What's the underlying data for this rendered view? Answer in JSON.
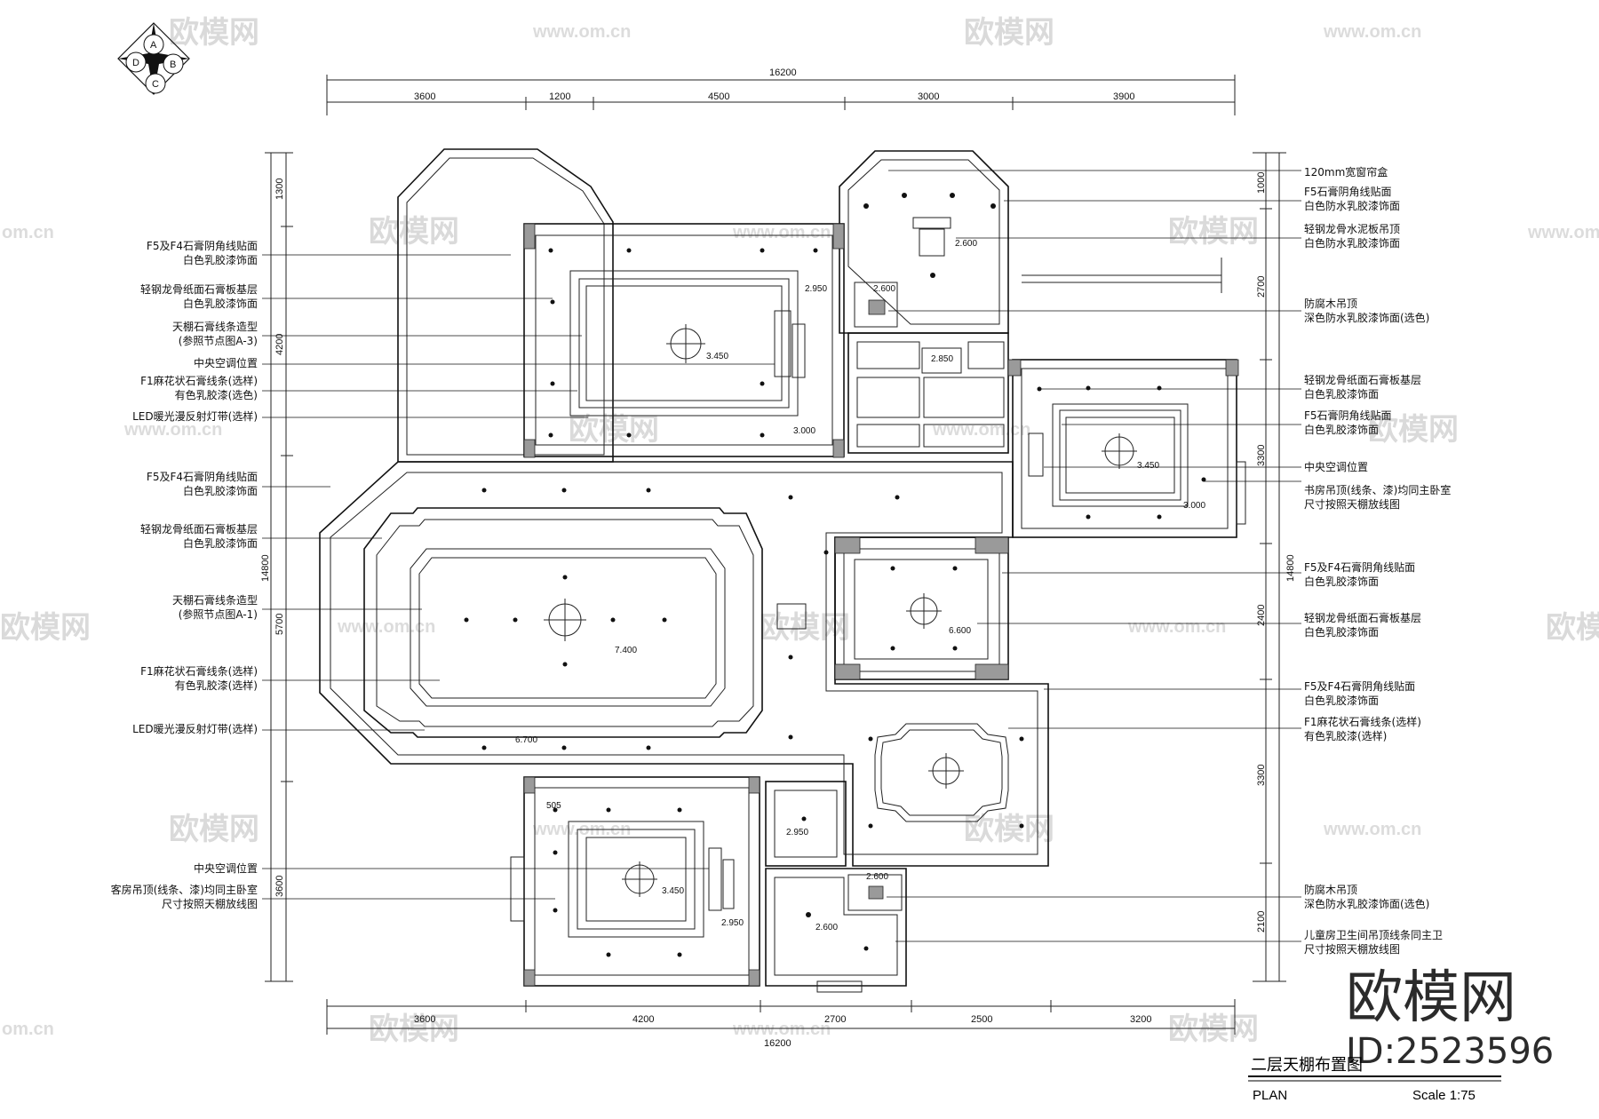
{
  "compass": {
    "a": "A",
    "b": "B",
    "c": "C",
    "d": "D"
  },
  "dims": {
    "top_total": "16200",
    "top": [
      "3600",
      "1200",
      "4500",
      "3000",
      "3900"
    ],
    "bottom": [
      "3600",
      "4200",
      "2700",
      "2500",
      "3200"
    ],
    "bottom_total": "16200",
    "left": [
      "1300",
      "4200",
      "14800",
      "5700",
      "3600"
    ],
    "right": [
      "1000",
      "2700",
      "3300",
      "14800",
      "2400",
      "3300",
      "2100"
    ],
    "misc": "505"
  },
  "left_notes": [
    {
      "line1": "F5及F4石膏阴角线贴面",
      "line2": "白色乳胶漆饰面"
    },
    {
      "line1": "轻钢龙骨纸面石膏板基层",
      "line2": "白色乳胶漆饰面"
    },
    {
      "line1": "天棚石膏线条造型",
      "line2": "(参照节点图A-3)"
    },
    {
      "line1": "中央空调位置",
      "line2": ""
    },
    {
      "line1": "F1麻花状石膏线条(选样)",
      "line2": "有色乳胶漆(选色)"
    },
    {
      "line1": "LED暖光漫反射灯带(选样)",
      "line2": ""
    },
    {
      "line1": "F5及F4石膏阴角线贴面",
      "line2": "白色乳胶漆饰面"
    },
    {
      "line1": "轻钢龙骨纸面石膏板基层",
      "line2": "白色乳胶漆饰面"
    },
    {
      "line1": "天棚石膏线条造型",
      "line2": "(参照节点图A-1)"
    },
    {
      "line1": "F1麻花状石膏线条(选样)",
      "line2": "有色乳胶漆(选样)"
    },
    {
      "line1": "LED暖光漫反射灯带(选样)",
      "line2": ""
    },
    {
      "line1": "中央空调位置",
      "line2": ""
    },
    {
      "line1": "客房吊顶(线条、漆)均同主卧室",
      "line2": "尺寸按照天棚放线图"
    }
  ],
  "right_notes": [
    {
      "line1": "120mm宽窗帘盒",
      "line2": ""
    },
    {
      "line1": "F5石膏阴角线贴面",
      "line2": "白色防水乳胶漆饰面"
    },
    {
      "line1": "轻钢龙骨水泥板吊顶",
      "line2": "白色防水乳胶漆饰面"
    },
    {
      "line1": "防腐木吊顶",
      "line2": "深色防水乳胶漆饰面(选色)"
    },
    {
      "line1": "轻钢龙骨纸面石膏板基层",
      "line2": "白色乳胶漆饰面"
    },
    {
      "line1": "F5石膏阴角线贴面",
      "line2": "白色乳胶漆饰面"
    },
    {
      "line1": "中央空调位置",
      "line2": ""
    },
    {
      "line1": "书房吊顶(线条、漆)均同主卧室",
      "line2": "尺寸按照天棚放线图"
    },
    {
      "line1": "F5及F4石膏阴角线贴面",
      "line2": "白色乳胶漆饰面"
    },
    {
      "line1": "轻钢龙骨纸面石膏板基层",
      "line2": "白色乳胶漆饰面"
    },
    {
      "line1": "F5及F4石膏阴角线贴面",
      "line2": "白色乳胶漆饰面"
    },
    {
      "line1": "F1麻花状石膏线条(选样)",
      "line2": "有色乳胶漆(选样)"
    },
    {
      "line1": "防腐木吊顶",
      "line2": "深色防水乳胶漆饰面(选色)"
    },
    {
      "line1": "儿童房卫生间吊顶线条同主卫",
      "line2": "尺寸按照天棚放线图"
    }
  ],
  "levels": [
    "2.600",
    "2.950",
    "3.450",
    "3.000",
    "2.600",
    "2.850",
    "3.450",
    "3.000",
    "7.400",
    "6.700",
    "6.600",
    "2.950",
    "3.450",
    "2.950",
    "2.600",
    "2.600"
  ],
  "watermark": {
    "brand": "欧模网",
    "url": "www.om.cn",
    "tail": "om.cn"
  },
  "branding": {
    "logo": "欧模网",
    "id": "ID:2523596"
  },
  "drawing_title": {
    "title": "二层天棚布置图",
    "plan": "PLAN",
    "scale": "Scale 1:75"
  }
}
